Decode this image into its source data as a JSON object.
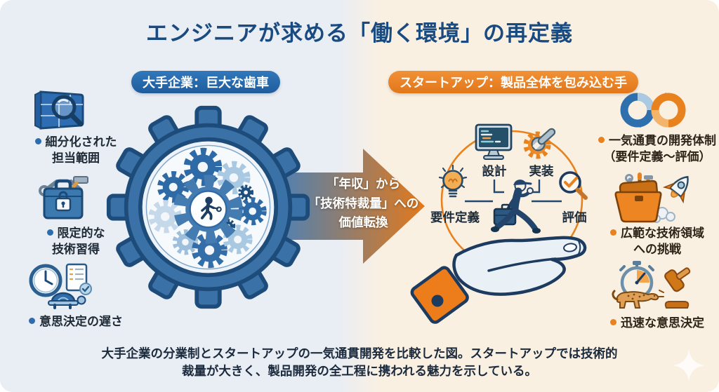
{
  "title": "エンジニアが求める「働く環境」の再定義",
  "left_panel": {
    "badge": "大手企業：巨大な歯車",
    "illustration": "giant-gear-with-engineer-inside",
    "items": [
      {
        "icon": "blueprint-magnifier",
        "line1": "細分化された",
        "line2": "担当範囲"
      },
      {
        "icon": "locked-toolbox",
        "line1": "限定的な",
        "line2": "技術習得"
      },
      {
        "icon": "clock-checklist-turtle",
        "line1": "意思決定の遅さ"
      }
    ]
  },
  "center_arrow": {
    "line1": "「年収」から",
    "line2": "「技術特裁量」への",
    "line3": "価値転換"
  },
  "right_panel": {
    "badge": "スタートアップ：製品全体を包み込む手",
    "illustration": "open-hand-holding-dev-cycle",
    "cycle": {
      "steps": [
        {
          "icon": "lightbulb",
          "label": "要件定義"
        },
        {
          "icon": "monitor-code",
          "label": "設計"
        },
        {
          "icon": "gear-wrench",
          "label": "実装"
        },
        {
          "icon": "magnifier-check",
          "label": "評価"
        }
      ],
      "center_figure": "running-engineer"
    },
    "items": [
      {
        "icon": "infinity-loop",
        "line1": "一気通貫の開発体制",
        "line2": "（要件定義～評価）"
      },
      {
        "icon": "toolbox-rocket",
        "line1": "広範な技術領域",
        "line2": "への挑戦"
      },
      {
        "icon": "stopwatch-cheetah-gavel",
        "line1": "迅速な意思決定"
      }
    ]
  },
  "caption": {
    "line1": "大手企業の分業制とスタートアップの一気通貫開発を比較した図。スタートアップでは技術的",
    "line2": "裁量が大きく、製品開発の全工程に携われる魅力を示している。"
  },
  "colors": {
    "background_left": "#e9edf4",
    "background_right": "#faf0e2",
    "title": "#1a4b80",
    "badge_blue": "#2569ab",
    "badge_orange": "#ec8220",
    "accent_blue": "#2e6fae",
    "accent_orange": "#e8821e",
    "arrow_gradient_start": "#4d81b5",
    "arrow_gradient_end": "#e2791b",
    "text_dark": "#1e2a36",
    "caption_text": "#1b2a3c"
  }
}
